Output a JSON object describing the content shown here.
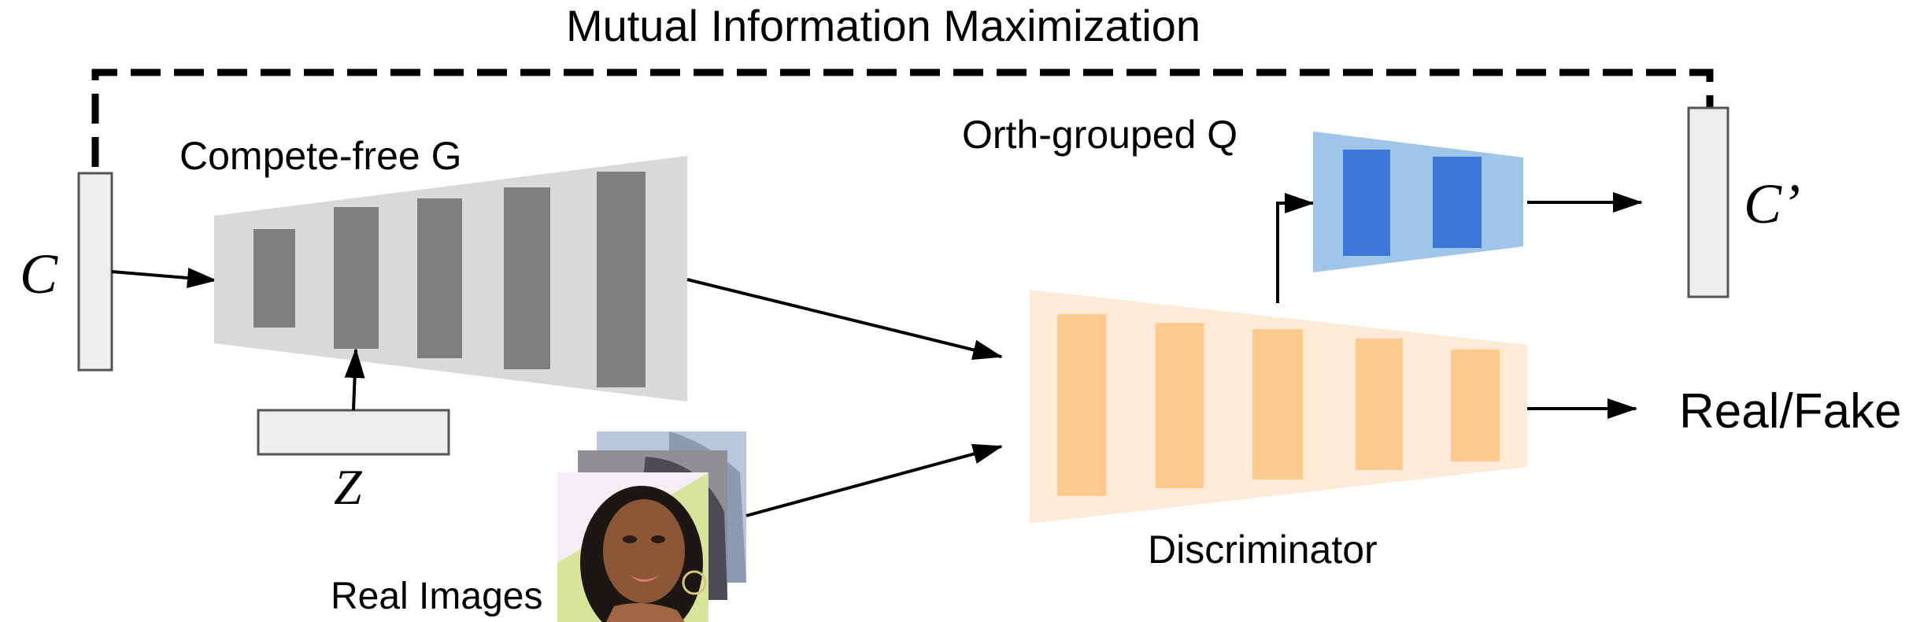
{
  "diagram": {
    "title": "Mutual Information Maximization",
    "labels": {
      "c_input": "C",
      "generator": "Compete-free G",
      "z_input": "Z",
      "q_network": "Orth-grouped Q",
      "c_output": "C’",
      "output": "Real/Fake",
      "discriminator": "Discriminator",
      "real_images": "Real Images"
    },
    "colors": {
      "generator_body": "#d9d9d9",
      "generator_layer": "#7f7f7f",
      "discriminator_body": "#fdebd8",
      "discriminator_layer": "#fdca8e",
      "q_body": "#9fc5e8",
      "q_layer": "#3c78d8",
      "vector_fill": "#eeeeee",
      "vector_stroke": "#555555"
    }
  }
}
